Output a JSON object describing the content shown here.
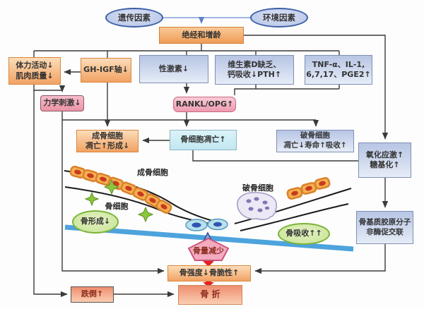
{
  "nodes": {
    "genetic": {
      "label": "遗传因素"
    },
    "environment": {
      "label": "环境因素"
    },
    "menopause": {
      "label": "绝经和增龄"
    },
    "physical": {
      "line1": "体力活动↓",
      "line2": "肌肉质量↓"
    },
    "gh_igf": {
      "label": "GH-IGF轴↓"
    },
    "sex_hormone": {
      "label": "性激素↓"
    },
    "vitamin_d": {
      "line1": "维生素D缺乏、",
      "line2": "钙吸收↓PTH↑"
    },
    "cytokines": {
      "line1": "TNF-α、IL-1,",
      "line2": "6,7,17、PGE2↑"
    },
    "mechanical": {
      "label": "力学刺激↓"
    },
    "rankl_opg": {
      "label": "RANKL/OPG↑"
    },
    "osteoblast_box": {
      "line1": "成骨细胞",
      "line2": "凋亡↑形成↓"
    },
    "osteocyte_box": {
      "label": "骨细胞凋亡↑"
    },
    "osteoclast_box": {
      "line1": "破骨细胞",
      "line2": "凋亡↓寿命↑吸收↑"
    },
    "oxidative": {
      "line1": "氧化应激↑",
      "line2": "糖基化↑"
    },
    "collagen": {
      "line1": "骨基质胶原分子",
      "line2": "非酶促交联"
    },
    "bone_loss": {
      "label": "骨量减少"
    },
    "bone_strength": {
      "label": "骨强度↓骨脆性↑"
    },
    "falls": {
      "label": "跌倒↑"
    },
    "fracture": {
      "label": "骨 折"
    }
  },
  "illustration": {
    "osteoblast_label": "成骨细胞",
    "osteocyte_label": "骨细胞",
    "osteoclast_label": "破骨细胞",
    "bone_formation": "骨形成↓",
    "bone_resorption": "骨吸收↑↑"
  },
  "colors": {
    "box_orange": "#f2a263",
    "box_blue": "#b7c5e4",
    "box_pink": "#ee9ab0",
    "box_salmon": "#ee8f6f",
    "ellipse_green": "#c8e495",
    "arrow_red": "#e32222",
    "bone_surface_blue": "#4da3dc",
    "connector_black": "#3a3a3a",
    "connector_blue": "#7f9fd8"
  }
}
